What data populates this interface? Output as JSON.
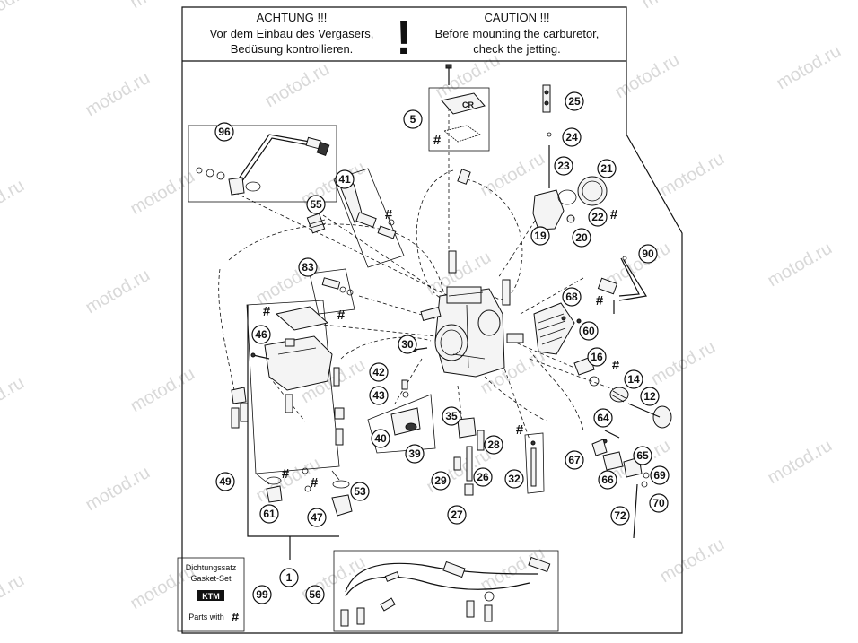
{
  "header": {
    "de_title": "ACHTUNG !!!",
    "de_line1": "Vor dem Einbau des Vergasers,",
    "de_line2": "Bedüsung kontrollieren.",
    "en_title": "CAUTION !!!",
    "en_line1": "Before mounting the carburetor,",
    "en_line2": "check the jetting.",
    "warning_symbol": "!"
  },
  "legend": {
    "line1": "Dichtungssatz",
    "line2": "Gasket-Set",
    "brand": "KTM",
    "line3": "Parts with",
    "symbol": "#"
  },
  "watermark": "motod.ru",
  "callouts": [
    "1",
    "5",
    "12",
    "14",
    "16",
    "19",
    "20",
    "21",
    "22",
    "23",
    "24",
    "25",
    "26",
    "27",
    "28",
    "29",
    "30",
    "32",
    "35",
    "39",
    "40",
    "41",
    "42",
    "43",
    "46",
    "47",
    "49",
    "53",
    "55",
    "56",
    "60",
    "61",
    "64",
    "65",
    "66",
    "67",
    "68",
    "69",
    "70",
    "72",
    "83",
    "90",
    "96",
    "99"
  ],
  "marker_symbol": "#"
}
